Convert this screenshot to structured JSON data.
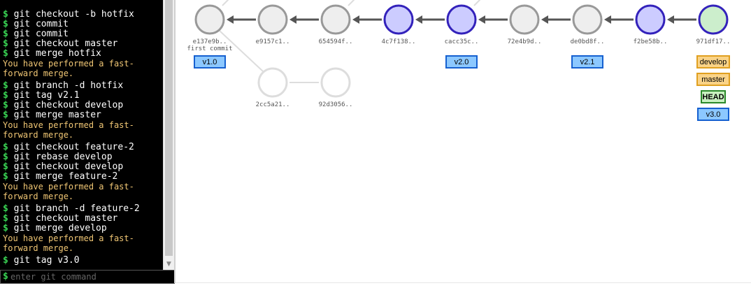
{
  "terminal": {
    "groups": [
      {
        "commands": [
          "git checkout -b hotfix",
          "git commit",
          "git commit",
          "git checkout master",
          "git merge hotfix"
        ],
        "output": [
          "You have performed a fast-",
          "forward merge."
        ]
      },
      {
        "commands": [
          "git branch -d hotfix",
          "git tag v2.1",
          "git checkout develop",
          "git merge master"
        ],
        "output": [
          "You have performed a fast-",
          "forward merge."
        ]
      },
      {
        "commands": [
          "git checkout feature-2",
          "git rebase develop",
          "git checkout develop",
          "git merge feature-2"
        ],
        "output": [
          "You have performed a fast-",
          "forward merge."
        ]
      },
      {
        "commands": [
          "git branch -d feature-2",
          "git checkout master",
          "git merge develop"
        ],
        "output": [
          "You have performed a fast-",
          "forward merge."
        ]
      },
      {
        "commands": [
          "git tag v3.0"
        ],
        "output": []
      }
    ],
    "prompt_symbol": "$",
    "input_placeholder": "enter git command",
    "input_value": ""
  },
  "graph": {
    "commits": [
      {
        "hash": "e137e9b..",
        "message": "first commit",
        "style": "normal"
      },
      {
        "hash": "e9157c1..",
        "message": "",
        "style": "normal"
      },
      {
        "hash": "654594f..",
        "message": "",
        "style": "normal"
      },
      {
        "hash": "4c7f138..",
        "message": "",
        "style": "purple"
      },
      {
        "hash": "cacc35c..",
        "message": "",
        "style": "purple"
      },
      {
        "hash": "72e4b9d..",
        "message": "",
        "style": "normal"
      },
      {
        "hash": "de0bd8f..",
        "message": "",
        "style": "normal"
      },
      {
        "hash": "f2be58b..",
        "message": "",
        "style": "purple"
      },
      {
        "hash": "971df17..",
        "message": "",
        "style": "head"
      }
    ],
    "orphans": [
      {
        "hash": "2cc5a21.."
      },
      {
        "hash": "92d3056.."
      }
    ],
    "tags": [
      {
        "label": "v1.0",
        "commit_index": 0
      },
      {
        "label": "v2.0",
        "commit_index": 4
      },
      {
        "label": "v2.1",
        "commit_index": 6
      },
      {
        "label": "v3.0",
        "commit_index": 8
      }
    ],
    "branches": [
      {
        "label": "develop"
      },
      {
        "label": "master"
      }
    ],
    "head_label": "HEAD",
    "colors": {
      "commit_fill": "#eeeeee",
      "commit_stroke": "#999999",
      "purple_fill": "#ccccff",
      "purple_stroke": "#3322bb",
      "head_fill": "#cceecc",
      "head_stroke": "#3322bb",
      "arrow": "#555555",
      "faded": "#dddddd"
    }
  }
}
